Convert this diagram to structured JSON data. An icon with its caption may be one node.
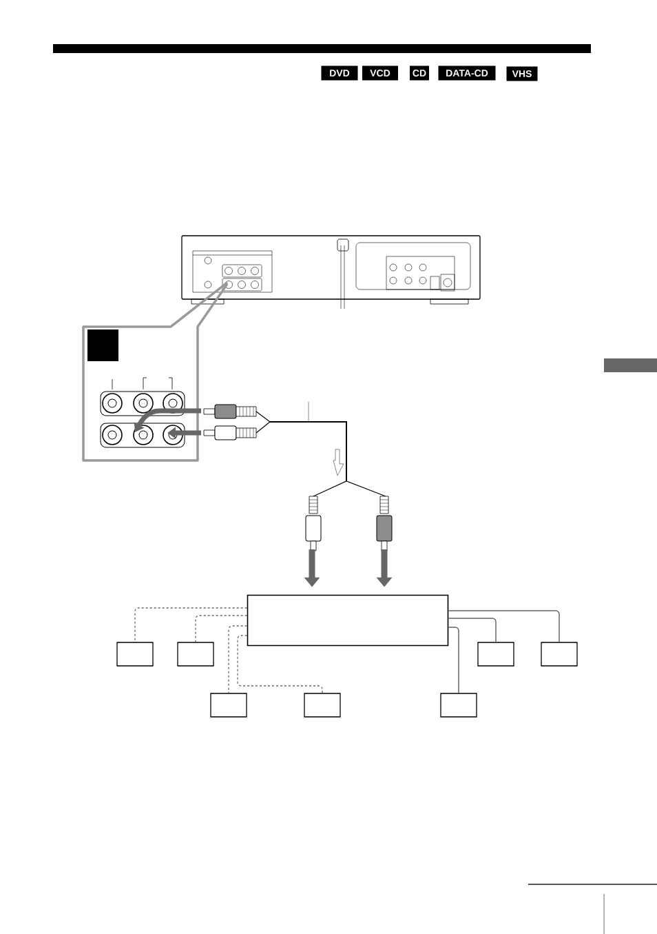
{
  "diagram": {
    "nodes": [
      {
        "text": [
          "DVD"
        ]
      },
      {
        "text": [
          "VCD"
        ]
      },
      {
        "text": [
          "CD"
        ]
      },
      {
        "text": [
          "DATA-CD"
        ]
      },
      {
        "text": [
          "VHS"
        ]
      },
      {
        "text": [],
        "shape": "box"
      },
      {
        "text": [],
        "shape": "box"
      },
      {
        "text": [],
        "shape": "box"
      },
      {
        "text": [],
        "shape": "box"
      },
      {
        "text": [],
        "shape": "box"
      },
      {
        "text": [],
        "shape": "box"
      },
      {
        "text": [],
        "shape": "box"
      },
      {
        "text": [],
        "shape": "box"
      }
    ],
    "edges": [
      {
        "from": 5,
        "to": 6,
        "arrow": "none",
        "style": "dashed"
      },
      {
        "from": 5,
        "to": 7,
        "arrow": "none",
        "style": "dashed"
      },
      {
        "from": 5,
        "to": 10,
        "arrow": "none",
        "style": "dashed"
      },
      {
        "from": 5,
        "to": 11,
        "arrow": "none",
        "style": "dashed"
      },
      {
        "from": 5,
        "to": 9,
        "arrow": "none"
      },
      {
        "from": 5,
        "to": 8,
        "arrow": "none"
      },
      {
        "from": 5,
        "to": 12,
        "arrow": "none"
      },
      {
        "from": null,
        "to": 5,
        "arrow": "to",
        "style": "thick"
      },
      {
        "from": null,
        "to": 5,
        "arrow": "to",
        "style": "thick"
      }
    ]
  }
}
